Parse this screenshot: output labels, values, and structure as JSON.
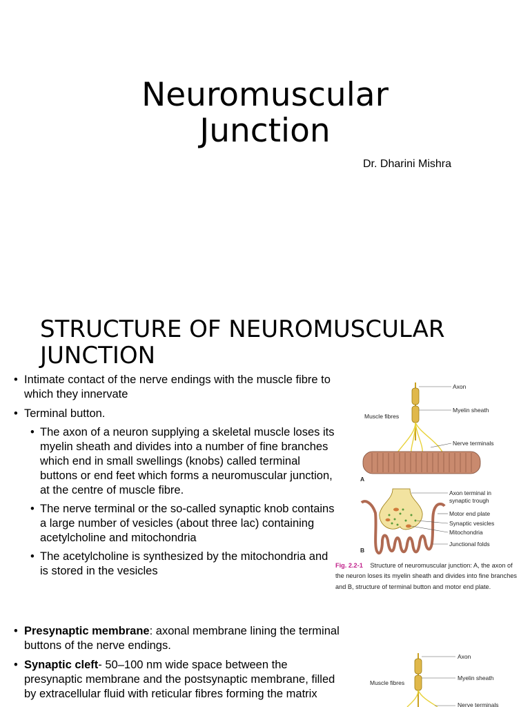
{
  "slide1": {
    "title_line1": "Neuromuscular",
    "title_line2": "Junction",
    "author": "Dr. Dharini Mishra"
  },
  "slide2": {
    "title_line1": "STRUCTURE OF NEUROMUSCULAR",
    "title_line2": "JUNCTION",
    "bullets": [
      "Intimate contact of the nerve endings with the muscle fibre to which they innervate",
      "Terminal button."
    ],
    "sub_bullets": [
      "The axon of a neuron supplying a skeletal muscle loses its myelin sheath and divides into a number of fine branches which end in small swellings (knobs) called terminal buttons or end feet which forms a neuromuscular junction, at the centre of muscle fibre.",
      "The nerve terminal or the so-called synaptic knob contains a large number of vesicles (about three lac) containing acetylcholine and mitochondria",
      "The acetylcholine is synthesized by the mitochondria and is stored in the vesicles"
    ],
    "figure": {
      "labels_a": [
        "Axon",
        "Myelin sheath",
        "Muscle fibres",
        "Nerve terminals"
      ],
      "panel_a": "A",
      "labels_b": [
        "Axon terminal in",
        "synaptic trough",
        "Motor end plate",
        "Synaptic vesicles",
        "Mitochondria",
        "Junctional folds"
      ],
      "panel_b": "B",
      "caption_tag": "Fig. 2.2-1",
      "caption_line1": "Structure of neuromuscular junction: A, the axon of",
      "caption_line2": "the neuron loses its myelin sheath and divides into fine branches",
      "caption_line3": "and B, structure of terminal button and motor end plate."
    }
  },
  "slide3": {
    "bullets": [
      {
        "bold": "Presynaptic membrane",
        "text": ": axonal membrane lining the terminal buttons of the nerve endings."
      },
      {
        "bold": "Synaptic cleft",
        "text": "- 50–100 nm wide space between the presynaptic membrane and the postsynaptic membrane, filled by extracellular fluid with reticular fibres forming the matrix"
      }
    ],
    "figure": {
      "labels": [
        "Axon",
        "Myelin sheath",
        "Muscle fibres",
        "Nerve terminals"
      ]
    }
  },
  "colors": {
    "muscle": "#c98a6e",
    "myelin": "#e0b84a",
    "nerve": "#e8d23a",
    "caption_tag": "#c0208a"
  }
}
